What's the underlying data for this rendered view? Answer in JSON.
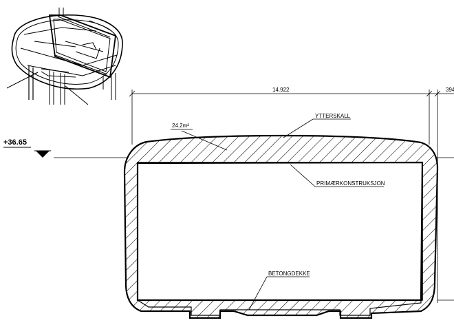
{
  "drawing": {
    "elevation_label": "+36.65",
    "dimension_main": "14.922",
    "dimension_side": "394",
    "area_label": "24.2m²",
    "labels": {
      "outer_shell": "YTTERSKALL",
      "primary_structure": "PRIMÆRKONSTRUKSJON",
      "concrete_deck": "BETONGDEKKE"
    }
  }
}
